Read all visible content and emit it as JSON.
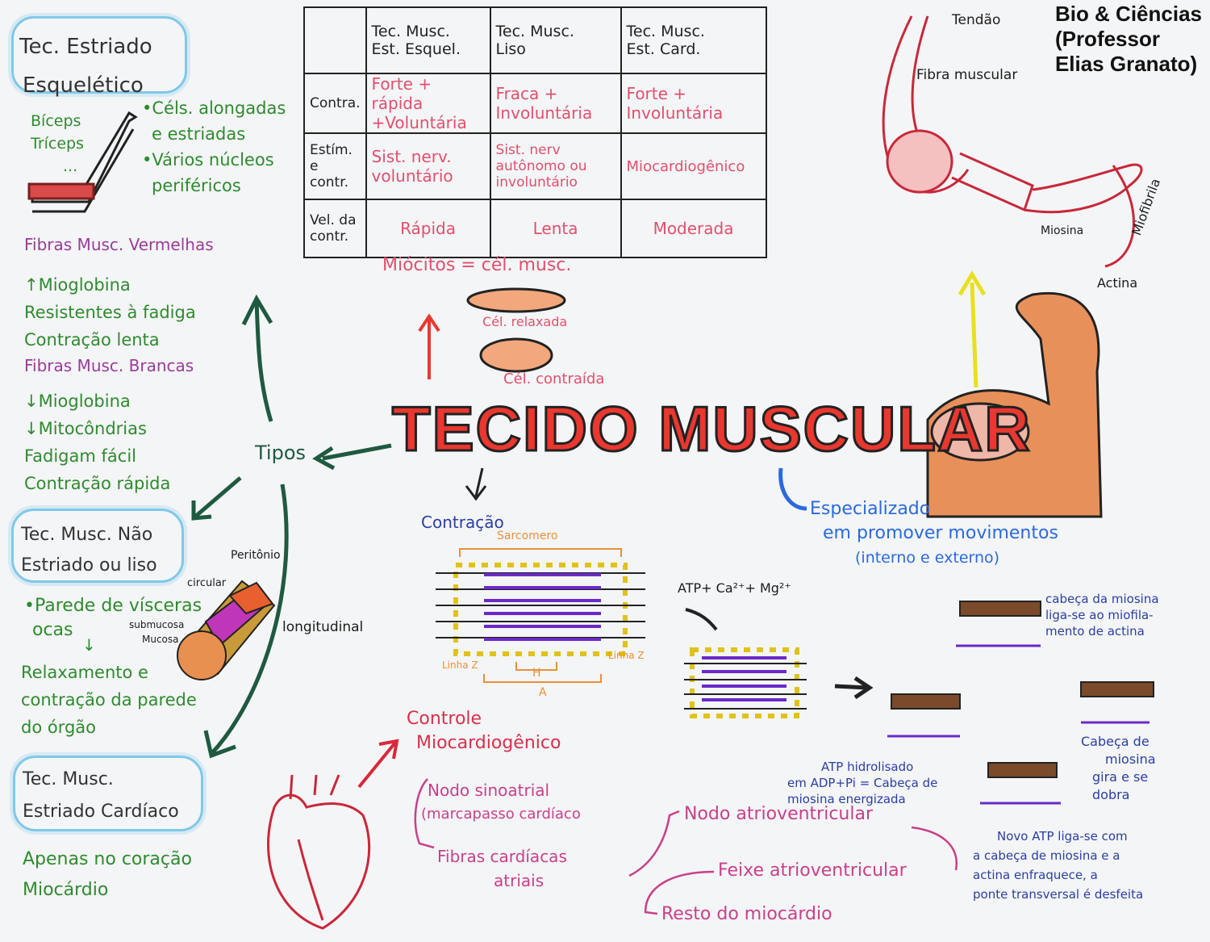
{
  "credit": [
    "Bio & Ciências",
    "(Professor",
    "Elias Granato)"
  ],
  "title": "TECIDO MUSCULAR",
  "table": {
    "headers": [
      [
        "Tec. Musc.",
        "Est. Esquel."
      ],
      [
        "Tec. Musc.",
        "Liso"
      ],
      [
        "Tec. Musc.",
        "Est. Card."
      ]
    ],
    "rows": [
      {
        "label": [
          "Contra."
        ],
        "cells": [
          [
            "Forte + rápida",
            "+Voluntária"
          ],
          [
            "Fraca +",
            "Involuntária"
          ],
          [
            "Forte +",
            "Involuntária"
          ]
        ]
      },
      {
        "label": [
          "Estím.",
          "e contr."
        ],
        "cells": [
          [
            "Sist. nerv.",
            "voluntário"
          ],
          [
            "Sist. nerv",
            "autônomo ou",
            "involuntário"
          ],
          [
            "Miocardiogênico"
          ]
        ]
      },
      {
        "label": [
          "Vel. da",
          "contr."
        ],
        "cells": [
          [
            "Rápida"
          ],
          [
            "Lenta"
          ],
          [
            "Moderada"
          ]
        ]
      }
    ]
  },
  "miocitos": "Miócitos = cél. musc.",
  "cell_relaxed": "Cél. relaxada",
  "cell_contracted": "Cél. contraída",
  "skeletal": {
    "box": [
      "Tec. Estriado",
      "Esquelético"
    ],
    "examples": [
      "Bíceps",
      "Tríceps",
      "..."
    ],
    "traits": [
      "•Céls. alongadas",
      "e estriadas",
      "•Vários núcleos",
      "periféricos"
    ]
  },
  "fibers": {
    "red_title": "Fibras Musc. Vermelhas",
    "red": [
      "↑Mioglobina",
      "Resistentes à fadiga",
      "Contração lenta"
    ],
    "white_title": "Fibras Musc. Brancas",
    "white": [
      "↓Mioglobina",
      "↓Mitocôndrias",
      "Fadigam fácil",
      "Contração rápida"
    ]
  },
  "tipos": "Tipos",
  "smooth": {
    "box": [
      "Tec. Musc. Não",
      "Estriado ou liso"
    ],
    "traits": [
      "•Parede de vísceras",
      "ocas"
    ],
    "arrow": "↓",
    "action": [
      "Relaxamento e",
      "contração da parede",
      "do órgão"
    ],
    "layers": {
      "peritonio": "Peritônio",
      "circular": "circular",
      "submucosa": "submucosa",
      "mucosa": "Mucosa",
      "longitudinal": "longitudinal"
    }
  },
  "cardiac": {
    "box": [
      "Tec. Musc.",
      "Estriado Cardíaco"
    ],
    "traits": [
      "Apenas no coração",
      "Miocárdio"
    ]
  },
  "contracao": "Contração",
  "sarcomere": {
    "label": "Sarcomero",
    "linha_left": "Linha Z",
    "linha_right": "Linha Z",
    "h": "H",
    "a": "A"
  },
  "atp_formula": "ATP+ Ca²⁺+ Mg²⁺",
  "especializado": [
    "Especializado",
    "em promover movimentos",
    "(interno e externo)"
  ],
  "arm_labels": {
    "tendao": "Tendão",
    "fibra": "Fibra muscular",
    "miosina": "Miosina",
    "miofibrila": "Miofibrila",
    "actina": "Actina"
  },
  "cycle": {
    "step1": [
      "cabeça da miosina",
      "liga-se ao miofila-",
      "mento de actina"
    ],
    "step2": [
      "Cabeça de",
      "miosina",
      "gira e se",
      "dobra"
    ],
    "step3": [
      "Novo ATP liga-se com",
      "a cabeça de miosina e a",
      "actina enfraquece, a",
      "ponte transversal é desfeita"
    ],
    "step4": [
      "ATP hidrolisado",
      "em ADP+Pi = Cabeça de",
      "miosina energizada"
    ]
  },
  "controle": {
    "title": [
      "Controle",
      "Miocardiogênico"
    ],
    "nodo_sa": [
      "Nodo sinoatrial",
      "(marcapasso cardíaco"
    ],
    "fibras": [
      "Fibras cardíacas",
      "atriais"
    ],
    "nodo_av": "Nodo atrioventricular",
    "feixe": "Feixe atrioventricular",
    "resto": "Resto do miocárdio"
  },
  "colors": {
    "green": "#2e8b2e",
    "purple": "#9a3c9a",
    "pink": "#e0506c",
    "blue": "#2a3fa0",
    "title_red": "#e8382f",
    "cloud": "#7fc8e8"
  }
}
